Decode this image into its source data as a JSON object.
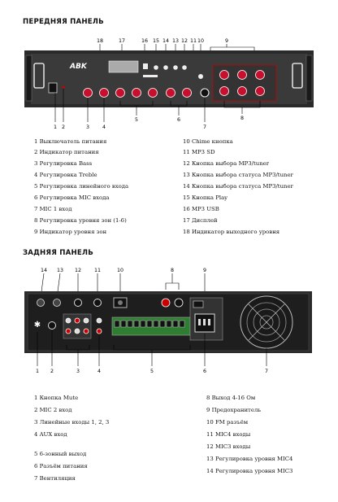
{
  "front": {
    "title": "ПЕРЕДНЯЯ ПАНЕЛЬ",
    "brand": "ABK",
    "callouts_top": [
      "18",
      "17",
      "16",
      "15",
      "14",
      "13",
      "12",
      "11",
      "10",
      "9"
    ],
    "callouts_bottom": [
      "1",
      "2",
      "3",
      "4",
      "5",
      "6",
      "7",
      "8"
    ],
    "legend_left": [
      "1 Выключатель питания",
      "2 Индикатор питания",
      "3 Регулировка Bass",
      "4 Регулировка Treble",
      "5 Регулировка линейного входа",
      "6 Регулировка MIC входа",
      "7 MIC 1 вход",
      "8 Регулировка уровня зон (1-6)",
      "9 Индикатор уровня зон"
    ],
    "legend_right": [
      "10 Chime кнопка",
      "11 MP3 SD",
      "12 Кнопка выбора MP3/tuner",
      "13 Кнопка выбора статуса MP3/tuner",
      "14 Кнопка выбора статуса MP3/tuner",
      "15 Кнопка Play",
      "16 MP3 USB",
      "17 Дисплей",
      "18 Индикатор выходного уровня"
    ]
  },
  "rear": {
    "title": "ЗАДНЯЯ ПАНЕЛЬ",
    "callouts_top": [
      "14",
      "13",
      "12",
      "11",
      "10",
      "8",
      "9"
    ],
    "callouts_bottom": [
      "1",
      "2",
      "3",
      "4",
      "5",
      "6",
      "7"
    ],
    "legend_left": [
      "1 Кнопка Mute",
      "2 MIC 2 вход",
      "3 Линейные входы 1, 2, 3",
      "4 AUX вход",
      "5 6-зонный выход",
      "6 Разъём питания",
      "7 Вентиляция"
    ],
    "legend_right": [
      "8 Выход 4-16 Ом",
      "9 Предохранитель",
      "10 FM разъём",
      "11 MIC4 входы",
      "12 MIC3 входы",
      "13 Регулировка уровня MIC4",
      "14 Регулировка уровня MIC3"
    ]
  }
}
